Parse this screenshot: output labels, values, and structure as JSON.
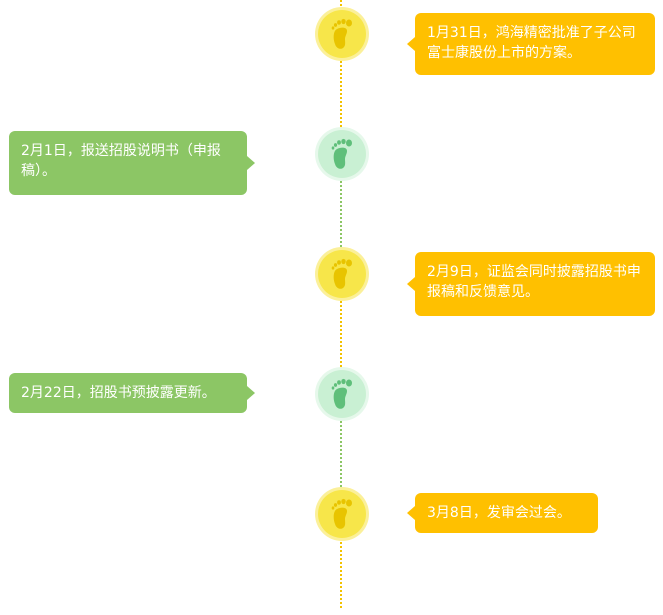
{
  "colors": {
    "yellow_bubble": "#ffc000",
    "green_bubble": "#8cc665",
    "yellow_node": "#f7e64a",
    "green_node": "#c9f0d3",
    "footprint_yellow": "#e8c400",
    "footprint_green": "#5fbf7a"
  },
  "events": [
    {
      "text": "1月31日，鸿海精密批准了子公司富士康股份上市的方案。",
      "side": "right",
      "icon": "footprint-icon"
    },
    {
      "text": "2月1日，报送招股说明书（申报稿）。",
      "side": "left",
      "icon": "footprint-icon"
    },
    {
      "text": "2月9日，证监会同时披露招股书申报稿和反馈意见。",
      "side": "right",
      "icon": "footprint-icon"
    },
    {
      "text": "2月22日，招股书预披露更新。",
      "side": "left",
      "icon": "footprint-icon"
    },
    {
      "text": "3月8日，发审会过会。",
      "side": "right",
      "icon": "footprint-icon"
    }
  ]
}
